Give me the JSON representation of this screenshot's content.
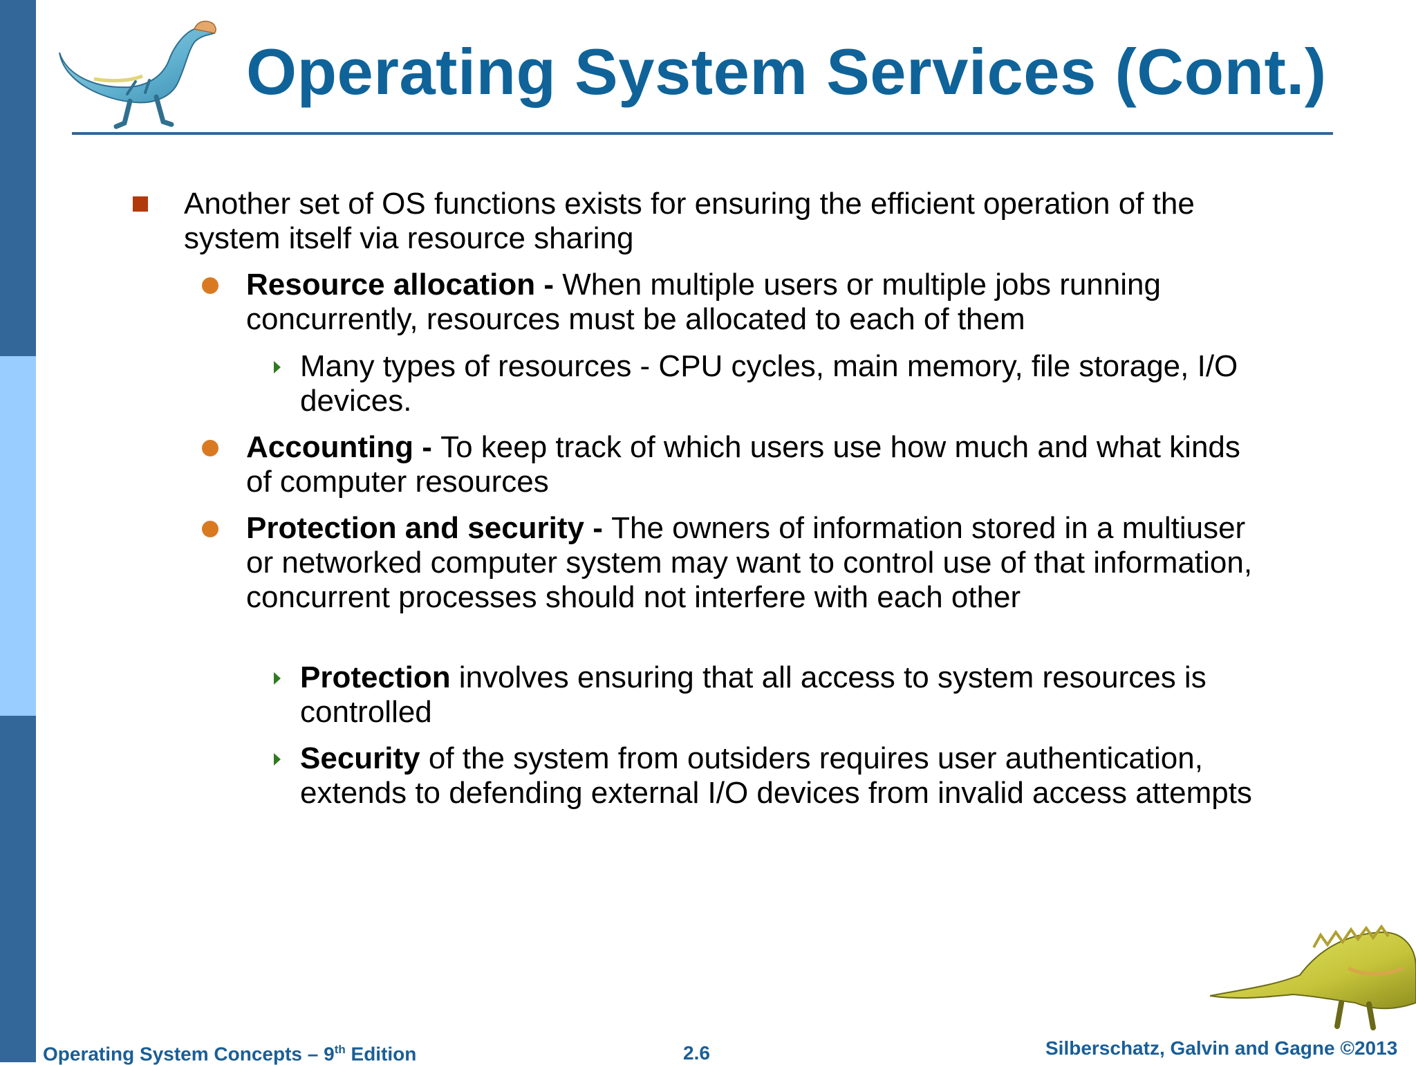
{
  "slide": {
    "title": "Operating System Services (Cont.)",
    "items": [
      {
        "level": 1,
        "bold": "",
        "text": "Another set of OS functions exists for ensuring the efficient operation of the system itself via resource sharing"
      },
      {
        "level": 2,
        "bold": "Resource allocation - ",
        "text": "When  multiple users or multiple jobs running concurrently, resources must be allocated to each of them"
      },
      {
        "level": 3,
        "bold": "",
        "text": "Many types of resources -   CPU cycles, main memory, file storage, I/O devices."
      },
      {
        "level": 2,
        "bold": "Accounting - ",
        "text": "To keep track of which users use how much and what kinds of computer resources"
      },
      {
        "level": 2,
        "bold": "Protection and security - ",
        "text": "The owners of information stored in a multiuser or networked computer system may want to control use of that information, concurrent processes should not interfere with each other"
      },
      {
        "level": 3,
        "bold": "Protection",
        "text": " involves ensuring that all access to system resources is controlled"
      },
      {
        "level": 3,
        "bold": "Security",
        "text": " of the system from outsiders requires user authentication, extends to defending external I/O devices from invalid access attempts"
      }
    ]
  },
  "footer": {
    "left": "Operating System Concepts – 9",
    "left_sup": "th",
    "left_end": " Edition",
    "page": "2.6",
    "right": "Silberschatz, Galvin and Gagne ©2013"
  },
  "colors": {
    "title": "#0f6399",
    "sidebar_dark": "#336699",
    "sidebar_light": "#99ccff",
    "bullet_square": "#b13a0c",
    "bullet_dot": "#d97a23",
    "bullet_triangle": "#2f7a1e"
  },
  "icons": {
    "top_left": "dinosaur-icon",
    "bottom_right": "dinosaur-icon"
  }
}
